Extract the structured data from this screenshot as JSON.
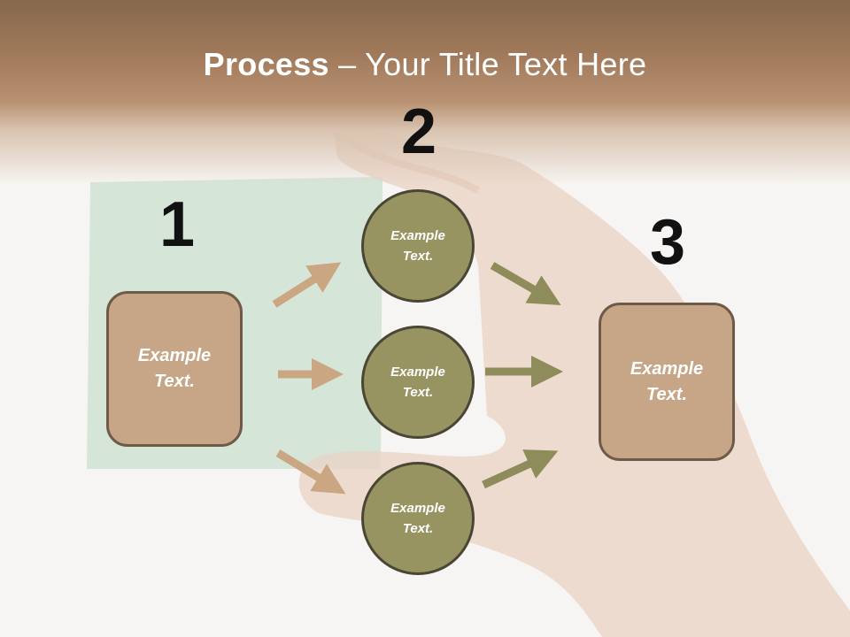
{
  "title": {
    "bold": "Process",
    "rest": " – Your Title Text Here"
  },
  "steps": {
    "one": "1",
    "two": "2",
    "three": "3"
  },
  "left_box": {
    "text": "Example\nText."
  },
  "right_box": {
    "text": "Example\nText."
  },
  "circles": [
    {
      "text": "Example\nText."
    },
    {
      "text": "Example\nText."
    },
    {
      "text": "Example\nText."
    }
  ],
  "colors": {
    "box_fill": "#c7a587",
    "circle_fill": "#989461",
    "left_arrow": "#caa683",
    "right_arrow": "#8e8c5a",
    "green_card": "#cfe3d3"
  }
}
